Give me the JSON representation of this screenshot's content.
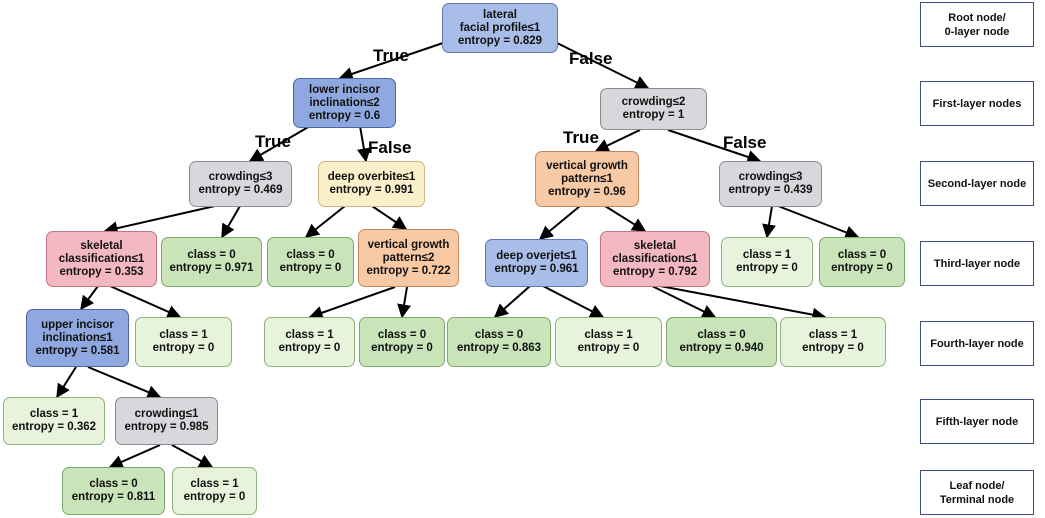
{
  "nodes": {
    "root": {
      "line1": "lateral",
      "line2": "facial profile≤1",
      "line3": "entropy = 0.829",
      "color": "#a9bde9"
    },
    "n1L": {
      "line1": "lower incisor",
      "line2": "inclination≤2",
      "line3": "entropy = 0.6",
      "color": "#8fa8df"
    },
    "n1R": {
      "line1": "crowding≤2",
      "line2": "entropy = 1",
      "color": "#d7d8dc"
    },
    "n2a": {
      "line1": "crowding≤3",
      "line2": "entropy = 0.469",
      "color": "#d7d8dc"
    },
    "n2b": {
      "line1": "deep overbite≤1",
      "line2": "entropy = 0.991",
      "color": "#fbf0c9"
    },
    "n2c": {
      "line1": "vertical growth",
      "line2": "pattern≤1",
      "line3": "entropy = 0.96",
      "color": "#f7c9a5"
    },
    "n2d": {
      "line1": "crowding≤3",
      "line2": "entropy = 0.439",
      "color": "#d7d8dc"
    },
    "n3a": {
      "line1": "skeletal",
      "line2": "classification≤1",
      "line3": "entropy = 0.353",
      "color": "#f4b8c3"
    },
    "n3b": {
      "line1": "class = 0",
      "line2": "entropy = 0.971",
      "color": "#c9e4b8"
    },
    "n3c": {
      "line1": "class = 0",
      "line2": "entropy = 0",
      "color": "#c9e4b8"
    },
    "n3d": {
      "line1": "vertical growth",
      "line2": "pattern≤2",
      "line3": "entropy = 0.722",
      "color": "#f7c9a5"
    },
    "n3e": {
      "line1": "deep overjet≤1",
      "line2": "entropy = 0.961",
      "color": "#a9bde9"
    },
    "n3f": {
      "line1": "skeletal",
      "line2": "classification≤1",
      "line3": "entropy = 0.792",
      "color": "#f4b8c3"
    },
    "n3g": {
      "line1": "class = 1",
      "line2": "entropy = 0",
      "color": "#e8f3dc"
    },
    "n3h": {
      "line1": "class = 0",
      "line2": "entropy = 0",
      "color": "#c9e4b8"
    },
    "n4a": {
      "line1": "upper incisor",
      "line2": "inclination≤1",
      "line3": "entropy = 0.581",
      "color": "#8fa8df"
    },
    "n4b": {
      "line1": "class = 1",
      "line2": "entropy = 0",
      "color": "#e8f3dc"
    },
    "n4c": {
      "line1": "class = 1",
      "line2": "entropy = 0",
      "color": "#e8f3dc"
    },
    "n4d": {
      "line1": "class = 0",
      "line2": "entropy = 0",
      "color": "#c9e4b8"
    },
    "n4e": {
      "line1": "class = 0",
      "line2": "entropy = 0.863",
      "color": "#c9e4b8"
    },
    "n4f": {
      "line1": "class = 1",
      "line2": "entropy = 0",
      "color": "#e8f3dc"
    },
    "n4g": {
      "line1": "class = 0",
      "line2": "entropy = 0.940",
      "color": "#c9e4b8"
    },
    "n4h": {
      "line1": "class = 1",
      "line2": "entropy = 0",
      "color": "#e8f3dc"
    },
    "n5a": {
      "line1": "class = 1",
      "line2": "entropy = 0.362",
      "color": "#e8f3dc"
    },
    "n5b": {
      "line1": "crowding≤1",
      "line2": "entropy = 0.985",
      "color": "#d7d8dc"
    },
    "n6a": {
      "line1": "class = 0",
      "line2": "entropy = 0.811",
      "color": "#c9e4b8"
    },
    "n6b": {
      "line1": "class = 1",
      "line2": "entropy = 0",
      "color": "#e8f3dc"
    }
  },
  "branch_labels": {
    "root_true": "True",
    "root_false": "False",
    "n1L_true": "True",
    "n1L_false": "False",
    "n1R_true": "True",
    "n1R_false": "False"
  },
  "layers": [
    {
      "line1": "Root node/",
      "line2": "0-layer node"
    },
    {
      "line1": "First-layer nodes"
    },
    {
      "line1": "Second-layer node"
    },
    {
      "line1": "Third-layer node"
    },
    {
      "line1": "Fourth-layer node"
    },
    {
      "line1": "Fifth-layer node"
    },
    {
      "line1": "Leaf node/",
      "line2": "Terminal node"
    }
  ]
}
